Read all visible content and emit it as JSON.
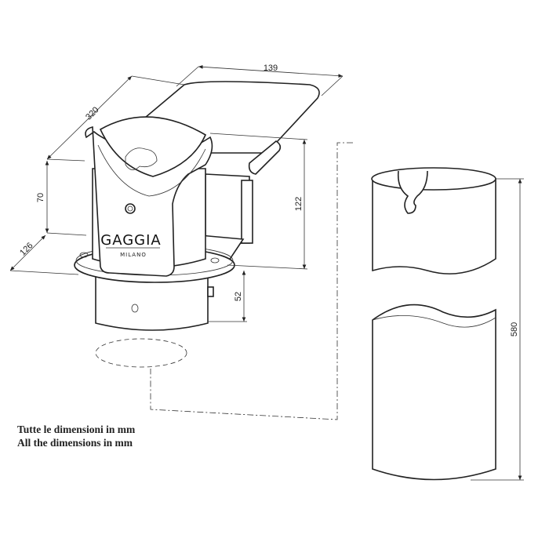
{
  "dimensions": {
    "width_top": "139",
    "depth": "320",
    "height_upper": "70",
    "depth_lower": "126",
    "height_total": "122",
    "collar_height": "52",
    "tube_length": "580"
  },
  "brand": {
    "name": "GAGGIA",
    "sub": "MILANO"
  },
  "notes": [
    "Tutte le dimensioni in mm",
    "All the dimensions in mm"
  ]
}
